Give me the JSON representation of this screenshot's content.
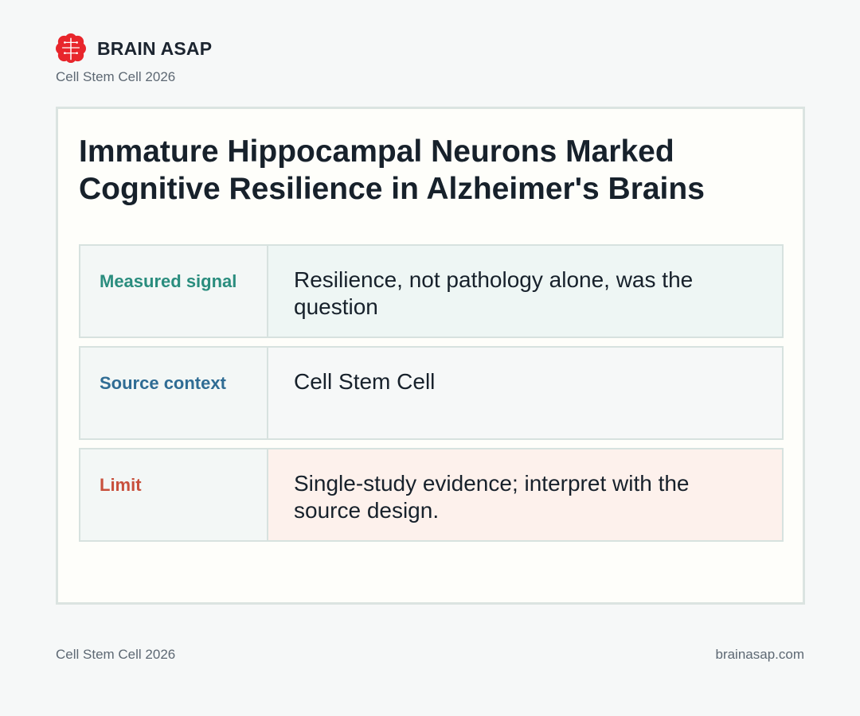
{
  "header": {
    "brand_name": "BRAIN ASAP",
    "brand_icon": "brain-icon",
    "brand_color": "#e8262c",
    "subtitle": "Cell Stem Cell 2026"
  },
  "card": {
    "title": "Immature Hippocampal Neurons Marked Cognitive Resilience in Alzheimer's Brains",
    "rows": [
      {
        "label": "Measured signal",
        "value": "Resilience, not pathology alone, was the question",
        "accent": "#2a8d7e"
      },
      {
        "label": "Source context",
        "value": "Cell Stem Cell",
        "accent": "#2f6c94"
      },
      {
        "label": "Limit",
        "value": "Single-study evidence; interpret with the source design.",
        "accent": "#c8503c"
      }
    ]
  },
  "footer": {
    "left": "Cell Stem Cell 2026",
    "right": "brainasap.com"
  }
}
